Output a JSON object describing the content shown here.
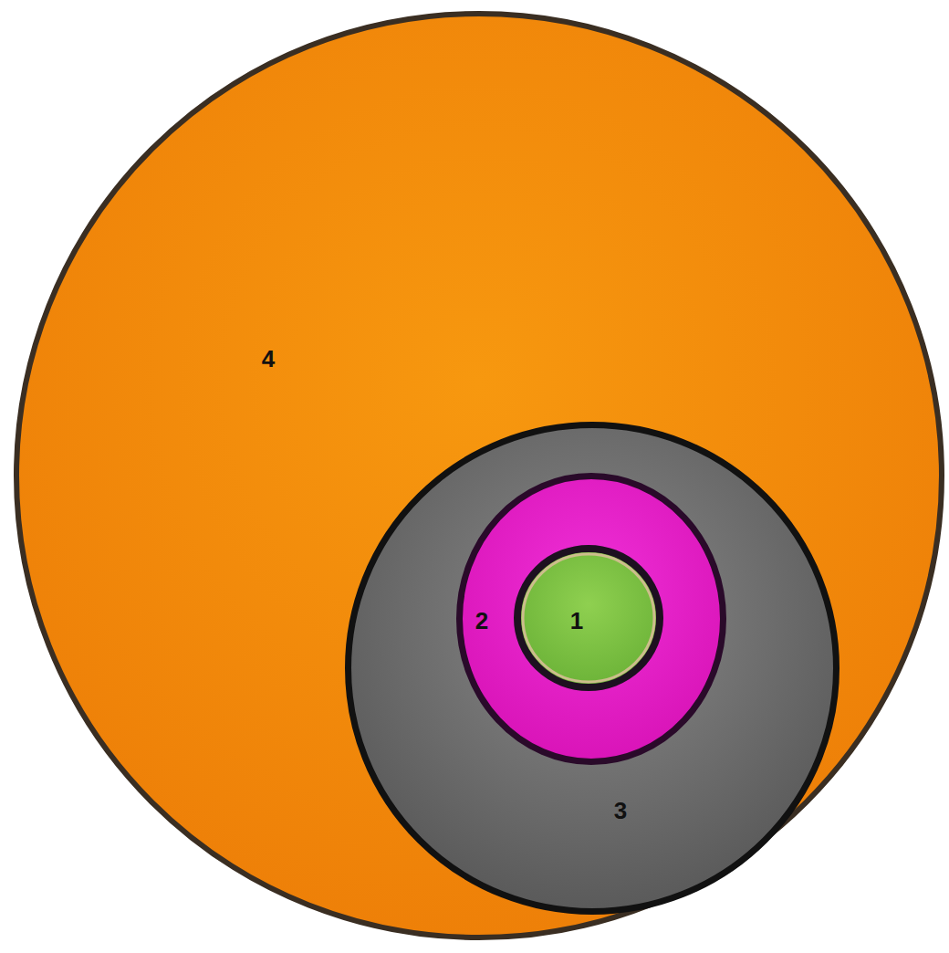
{
  "diagram": {
    "nodes": [
      {
        "text": [
          "4"
        ]
      },
      {
        "text": [
          "3"
        ],
        "in": 0
      },
      {
        "text": [
          "2"
        ],
        "in": 1
      },
      {
        "text": [
          "1"
        ],
        "in": 2
      }
    ]
  }
}
